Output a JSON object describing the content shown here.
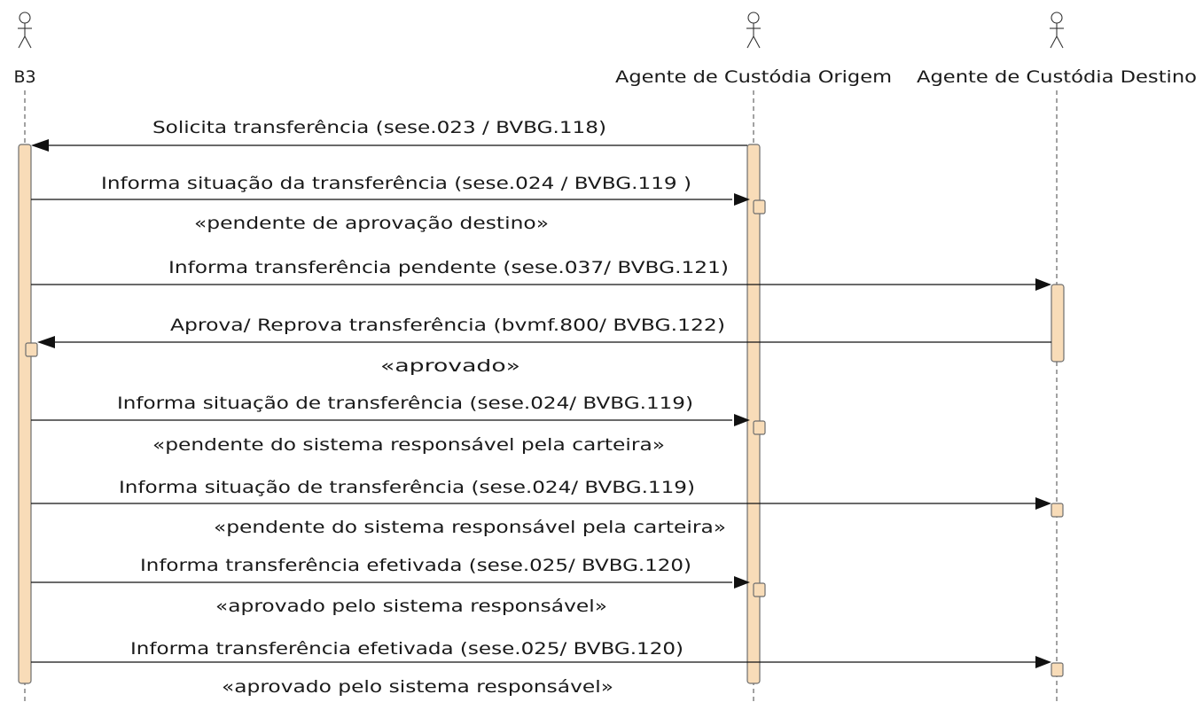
{
  "actors": [
    {
      "id": "b3",
      "label": "B3"
    },
    {
      "id": "origem",
      "label": "Agente de Custódia Origem"
    },
    {
      "id": "destino",
      "label": "Agente de Custódia Destino"
    }
  ],
  "messages": [
    {
      "from": "origem",
      "to": "b3",
      "label": "Solicita transferência (sese.023 / BVBG.118)"
    },
    {
      "from": "b3",
      "to": "origem",
      "label": "Informa situação da transferência (sese.024 / BVBG.119 )",
      "state": "«pendente de aprovação destino»"
    },
    {
      "from": "b3",
      "to": "destino",
      "label": "Informa transferência pendente (sese.037/ BVBG.121)"
    },
    {
      "from": "destino",
      "to": "b3",
      "label": "Aprova/ Reprova transferência (bvmf.800/ BVBG.122)",
      "state": "«aprovado»"
    },
    {
      "from": "b3",
      "to": "origem",
      "label": "Informa situação de transferência (sese.024/ BVBG.119)",
      "state": "«pendente do sistema responsável pela carteira»"
    },
    {
      "from": "b3",
      "to": "destino",
      "label": "Informa situação de transferência (sese.024/ BVBG.119)",
      "state": "«pendente do sistema responsável pela carteira»"
    },
    {
      "from": "b3",
      "to": "origem",
      "label": "Informa transferência efetivada (sese.025/ BVBG.120)",
      "state": "«aprovado pelo sistema responsável»"
    },
    {
      "from": "b3",
      "to": "destino",
      "label": "Informa transferência efetivada (sese.025/ BVBG.120)",
      "state": "«aprovado pelo sistema responsável»"
    }
  ],
  "colors": {
    "activation_fill": "#f8dcb8",
    "activation_stroke": "#6e6e6e",
    "line": "#111111"
  }
}
